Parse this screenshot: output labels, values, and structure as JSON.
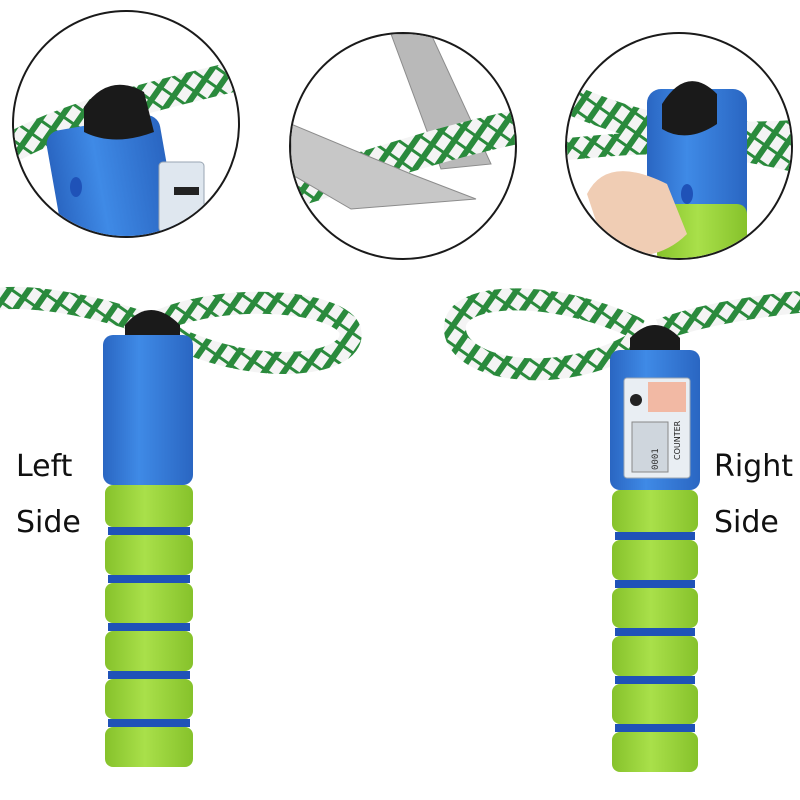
{
  "labels": {
    "left": [
      "Left",
      "Side"
    ],
    "right": [
      "Right",
      "Side"
    ]
  },
  "counter_text": "COUNTER",
  "counter_digits": "0001",
  "colors": {
    "handle_blue": "#2f78d6",
    "foam_green": "#9ad43a",
    "band_blue": "#1f52b8",
    "rope_green": "#2a8a3c",
    "rope_white": "#f2f2f2",
    "cap_black": "#1a1a1a"
  },
  "insets": [
    {
      "name": "attach-left-detail"
    },
    {
      "name": "scissors-cut-detail"
    },
    {
      "name": "attach-right-detail"
    }
  ]
}
